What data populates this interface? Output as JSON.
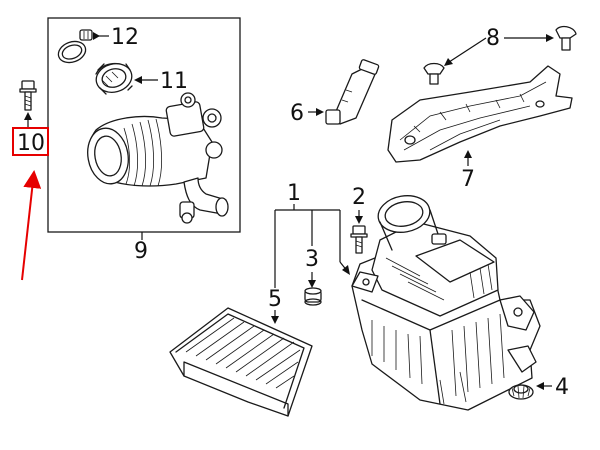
{
  "callouts": {
    "c1": "1",
    "c2": "2",
    "c3": "3",
    "c4": "4",
    "c5": "5",
    "c6": "6",
    "c7": "7",
    "c8": "8",
    "c9": "9",
    "c10": "10",
    "c11": "11",
    "c12": "12"
  },
  "colors": {
    "highlight": "#e60000",
    "line": "#1a1a1a",
    "background": "#ffffff"
  }
}
